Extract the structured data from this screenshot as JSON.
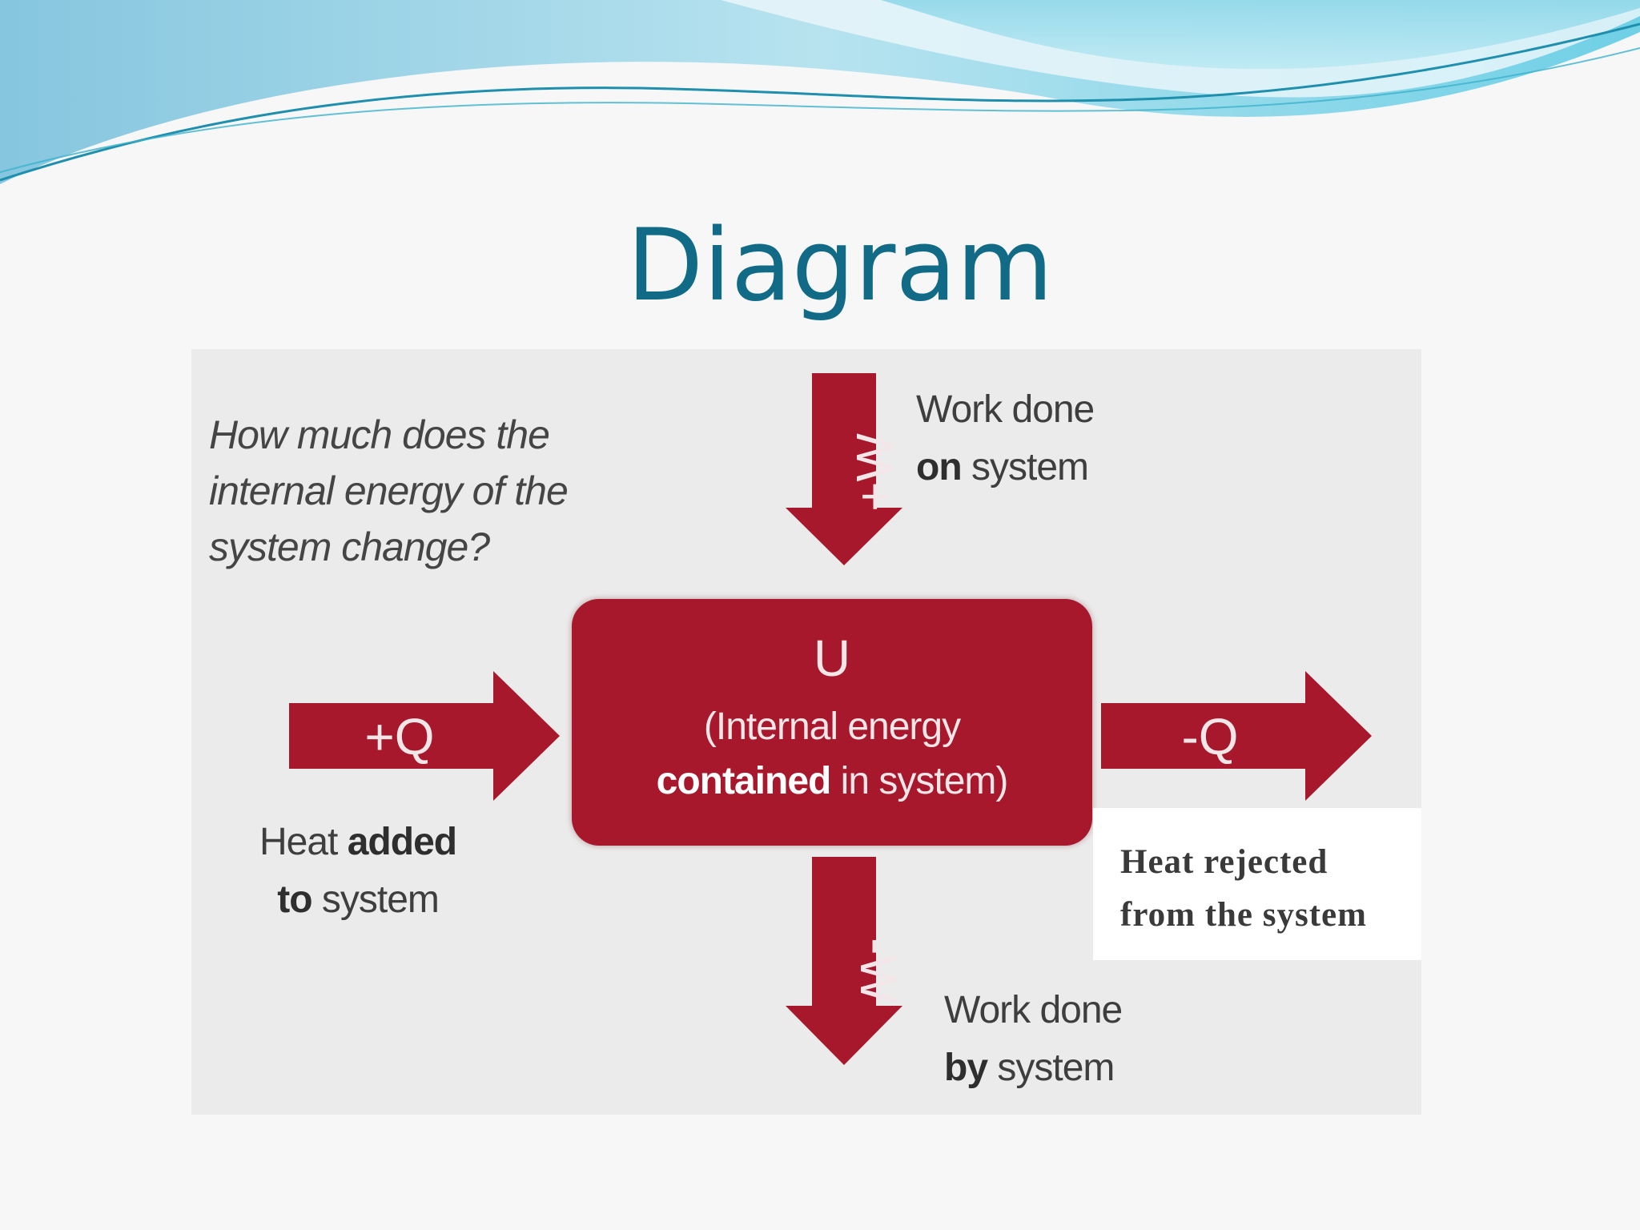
{
  "slide": {
    "title": "Diagram",
    "colors": {
      "title": "#126b86",
      "arrow": "#a8182c",
      "wave_light": "#7fd3e6",
      "wave_dark": "#2aa4c4"
    }
  },
  "diagram": {
    "question": [
      "How much does the",
      "internal energy of the",
      "system change?"
    ],
    "center": {
      "symbol": "U",
      "line1": "(Internal energy",
      "line2_bold": "contained",
      "line2_rest": " in system)"
    },
    "arrows": {
      "work_in": "+W",
      "work_out": "-W",
      "heat_in": "+Q",
      "heat_out": "-Q"
    },
    "labels": {
      "work_on": {
        "line1": "Work done",
        "bold": "on",
        "rest": " system"
      },
      "heat_added": {
        "line1_plain": "Heat ",
        "line1_bold": "added",
        "line2_bold": "to",
        "line2_rest": " system"
      },
      "work_by": {
        "line1": "Work done",
        "bold": "by",
        "rest": " system"
      },
      "heat_rejected": [
        "Heat rejected",
        "from the system"
      ]
    }
  }
}
